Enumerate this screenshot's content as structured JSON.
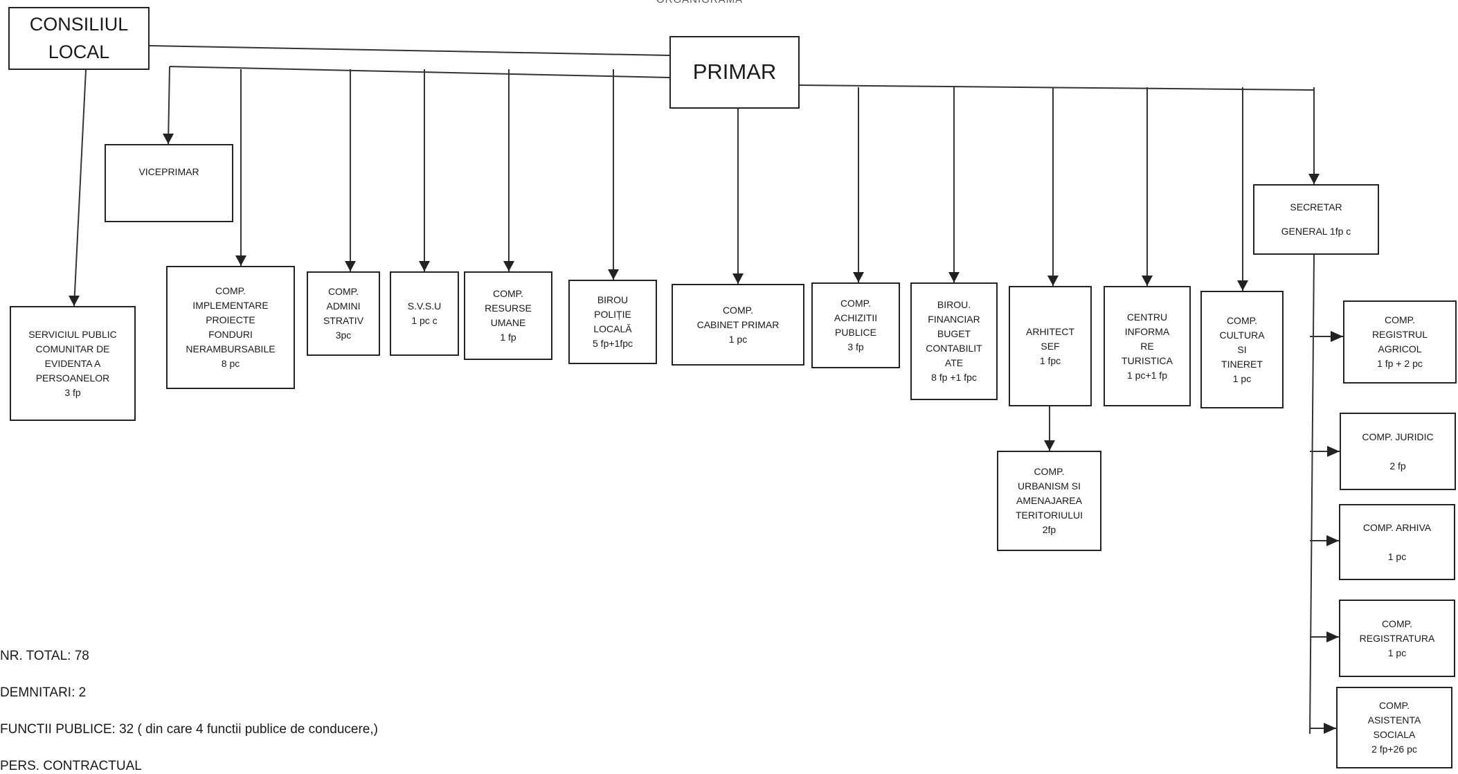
{
  "header_fragment": "ORGANIGRAMA",
  "chart": {
    "consiliul_local": "CONSILIUL\nLOCAL",
    "primar": "PRIMAR",
    "viceprimar": "VICEPRIMAR",
    "serviciul_public": "SERVICIUL PUBLIC\nCOMUNITAR DE\nEVIDENTA A\nPERSOANELOR\n3 fp",
    "departments": [
      {
        "id": "implementare",
        "label": "COMP.\nIMPLEMENTARE\nPROIECTE\nFONDURI\nNERAMBURSABILE\n8 pc"
      },
      {
        "id": "administrativ",
        "label": "COMP.\nADMINI\nSTRATIV\n3pc"
      },
      {
        "id": "svsu",
        "label": "S.V.S.U\n1 pc c"
      },
      {
        "id": "resurse-umane",
        "label": "COMP.\nRESURSE\nUMANE\n1 fp"
      },
      {
        "id": "politie-locala",
        "label": "BIROU\nPOLIȚIE\nLOCALĂ\n5 fp+1fpc"
      },
      {
        "id": "cabinet-primar",
        "label": "COMP.\nCABINET PRIMAR\n1 pc"
      },
      {
        "id": "achizitii",
        "label": "COMP.\nACHIZITII\nPUBLICE\n3 fp"
      },
      {
        "id": "financiar",
        "label": "BIROU.\nFINANCIAR\nBUGET\nCONTABILIT\nATE\n8 fp +1 fpc"
      },
      {
        "id": "arhitect",
        "label": "ARHITECT\nSEF\n1 fpc"
      },
      {
        "id": "centru-informare",
        "label": "CENTRU\nINFORMA\nRE\nTURISTICA\n1 pc+1 fp"
      },
      {
        "id": "cultura",
        "label": "COMP.\nCULTURA\nSI\nTINERET\n1 pc"
      }
    ],
    "urbanism": "COMP.\nURBANISM SI\nAMENAJAREA\nTERITORIULUI\n2fp",
    "secretar_line1": "SECRETAR",
    "secretar_line2": "GENERAL   1fp c",
    "secretar_children": [
      {
        "id": "registrul-agricol",
        "label": "COMP.\nREGISTRUL\nAGRICOL\n1 fp + 2 pc"
      },
      {
        "id": "juridic",
        "label": "COMP. JURIDIC\n\n2 fp"
      },
      {
        "id": "arhiva",
        "label": "COMP. ARHIVA\n\n1 pc"
      },
      {
        "id": "registratura",
        "label": "COMP.\nREGISTRATURA\n1 pc"
      },
      {
        "id": "asistenta-sociala",
        "label": "COMP.\nASISTENTA\nSOCIALA\n2 fp+26 pc"
      }
    ]
  },
  "stats": {
    "total": "NR. TOTAL: 78",
    "demnitari": "DEMNITARI: 2",
    "functii_publice": "FUNCTII PUBLICE: 32 ( din care 4 functii publice de conducere,)",
    "contractual": "PERS. CONTRACTUAL"
  }
}
